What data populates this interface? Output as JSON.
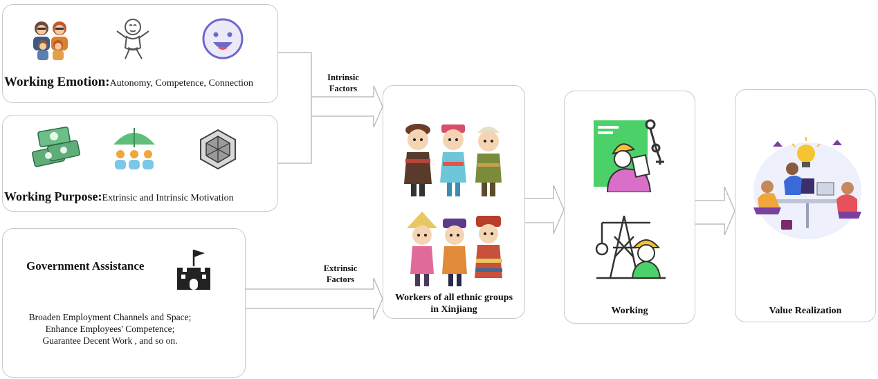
{
  "emotion": {
    "title": "Working Emotion:",
    "subtitle": "Autonomy, Competence, Connection",
    "icons": [
      "family-icon",
      "baby-icon",
      "smiley-icon"
    ]
  },
  "purpose": {
    "title": "Working Purpose:",
    "subtitle": "Extrinsic and Intrinsic Motivation",
    "icons": [
      "money-stack-icon",
      "umbrella-protection-icon",
      "hexagon-cube-icon"
    ]
  },
  "government": {
    "title": "Government Assistance",
    "lines": [
      "Broaden Employment Channels and Space;",
      "Enhance Employees' Competence;",
      "Guarantee Decent Work , and so on."
    ],
    "icon": "castle-flag-icon"
  },
  "flows": {
    "intrinsic_line1": "Intrinsic",
    "intrinsic_line2": "Factors",
    "extrinsic_line1": "Extrinsic",
    "extrinsic_line2": "Factors"
  },
  "workers": {
    "caption_line1": "Workers of all ethnic groups",
    "caption_line2": "in Xinjiang"
  },
  "working": {
    "caption": "Working"
  },
  "value": {
    "caption": "Value Realization"
  },
  "colors": {
    "border": "#c9c9c9",
    "arrow": "#bdbdbd",
    "accent_green": "#2ecc40",
    "accent_purple": "#7b3fa0"
  }
}
